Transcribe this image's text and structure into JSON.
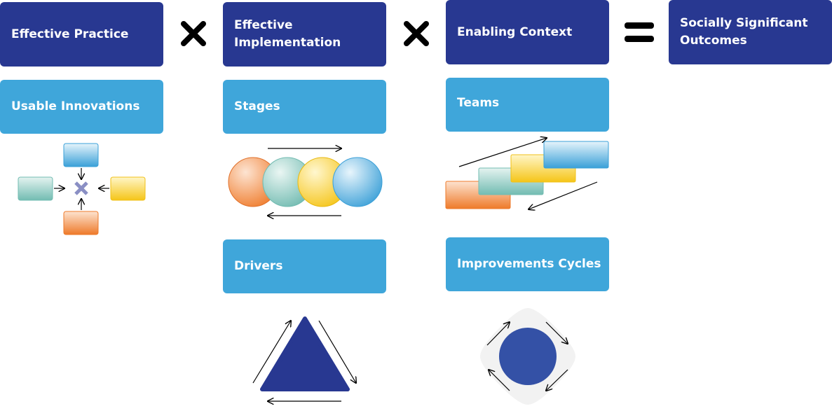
{
  "header": {
    "practice": "Effective Practice",
    "implementation_line1": "Effective",
    "implementation_line2": "Implementation",
    "context": "Enabling Context",
    "outcomes_line1": "Socially Significant",
    "outcomes_line2": "Outcomes"
  },
  "components": {
    "usable_innovations": "Usable Innovations",
    "stages": "Stages",
    "drivers": "Drivers",
    "teams": "Teams",
    "improvement_cycles": "Improvements Cycles"
  },
  "colors": {
    "dark_blue": "#283891",
    "light_blue": "#3fa6da",
    "orange": "#f08a3c",
    "teal": "#7cc2b8",
    "yellow": "#f7cf2a",
    "sky": "#5fb4e4",
    "circle_blue": "#3451a6"
  },
  "operators": [
    "multiply-icon",
    "multiply-icon",
    "equals-icon"
  ]
}
